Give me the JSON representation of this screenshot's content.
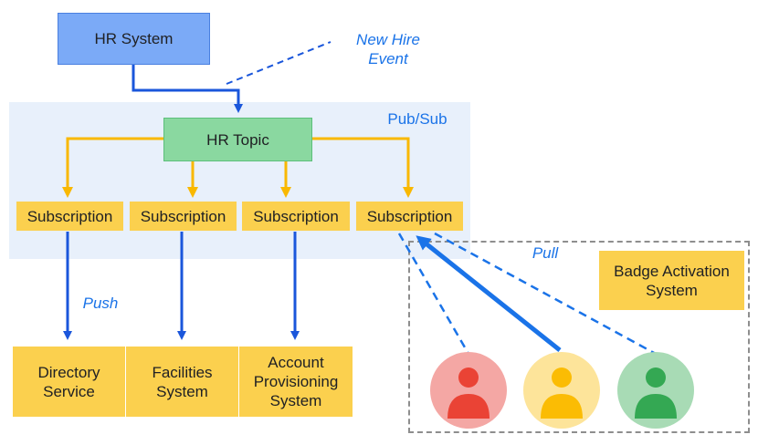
{
  "hr_system": "HR System",
  "hr_topic": "HR Topic",
  "pubsub_label": "Pub/Sub",
  "new_hire_event": {
    "line1": "New Hire",
    "line2": "Event"
  },
  "subscriptions": [
    "Subscription",
    "Subscription",
    "Subscription",
    "Subscription"
  ],
  "push_label": "Push",
  "pull_label": "Pull",
  "targets": {
    "directory": {
      "line1": "Directory",
      "line2": "Service"
    },
    "facilities": {
      "line1": "Facilities",
      "line2": "System"
    },
    "account": {
      "line1": "Account",
      "line2": "Provisioning",
      "line3": "System"
    }
  },
  "badge_activation": {
    "line1": "Badge Activation",
    "line2": "System"
  },
  "colors": {
    "hr_system_fill": "#7baaf7",
    "hr_topic_fill": "#8ad8a0",
    "subscription_fill": "#fbd04e",
    "push_arrow": "#1a56db",
    "fanout_arrow": "#f9b800",
    "pubsub_bg": "#e8f0fb",
    "user_red": "#ea4335",
    "user_yellow": "#fbbc04",
    "user_green": "#34a853"
  },
  "icons": [
    "user-icon-red",
    "user-icon-yellow",
    "user-icon-green"
  ]
}
